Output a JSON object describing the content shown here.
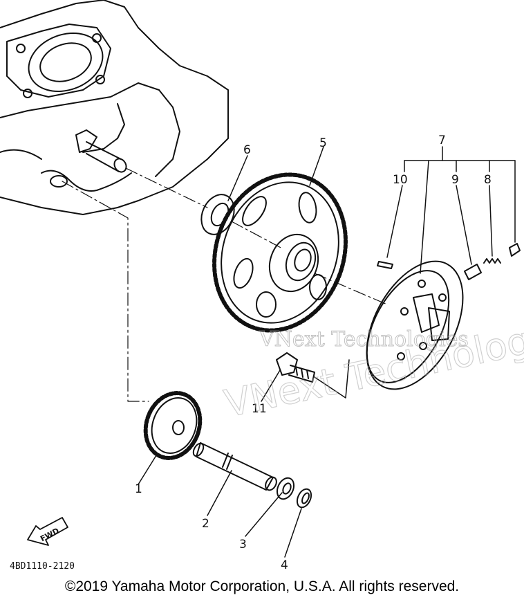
{
  "callouts": [
    {
      "id": "1",
      "label": "1"
    },
    {
      "id": "2",
      "label": "2"
    },
    {
      "id": "3",
      "label": "3"
    },
    {
      "id": "4",
      "label": "4"
    },
    {
      "id": "5",
      "label": "5"
    },
    {
      "id": "6",
      "label": "6"
    },
    {
      "id": "7",
      "label": "7"
    },
    {
      "id": "8",
      "label": "8"
    },
    {
      "id": "9",
      "label": "9"
    },
    {
      "id": "10",
      "label": "10"
    },
    {
      "id": "11",
      "label": "11"
    }
  ],
  "fwd_label": "FWD",
  "diagram_code": "4BD1110-2120",
  "watermark_line1": "VNext Technologies",
  "watermark_line2": "VNext Technologies",
  "copyright": "©2019 Yamaha Motor Corporation, U.S.A. All rights reserved."
}
